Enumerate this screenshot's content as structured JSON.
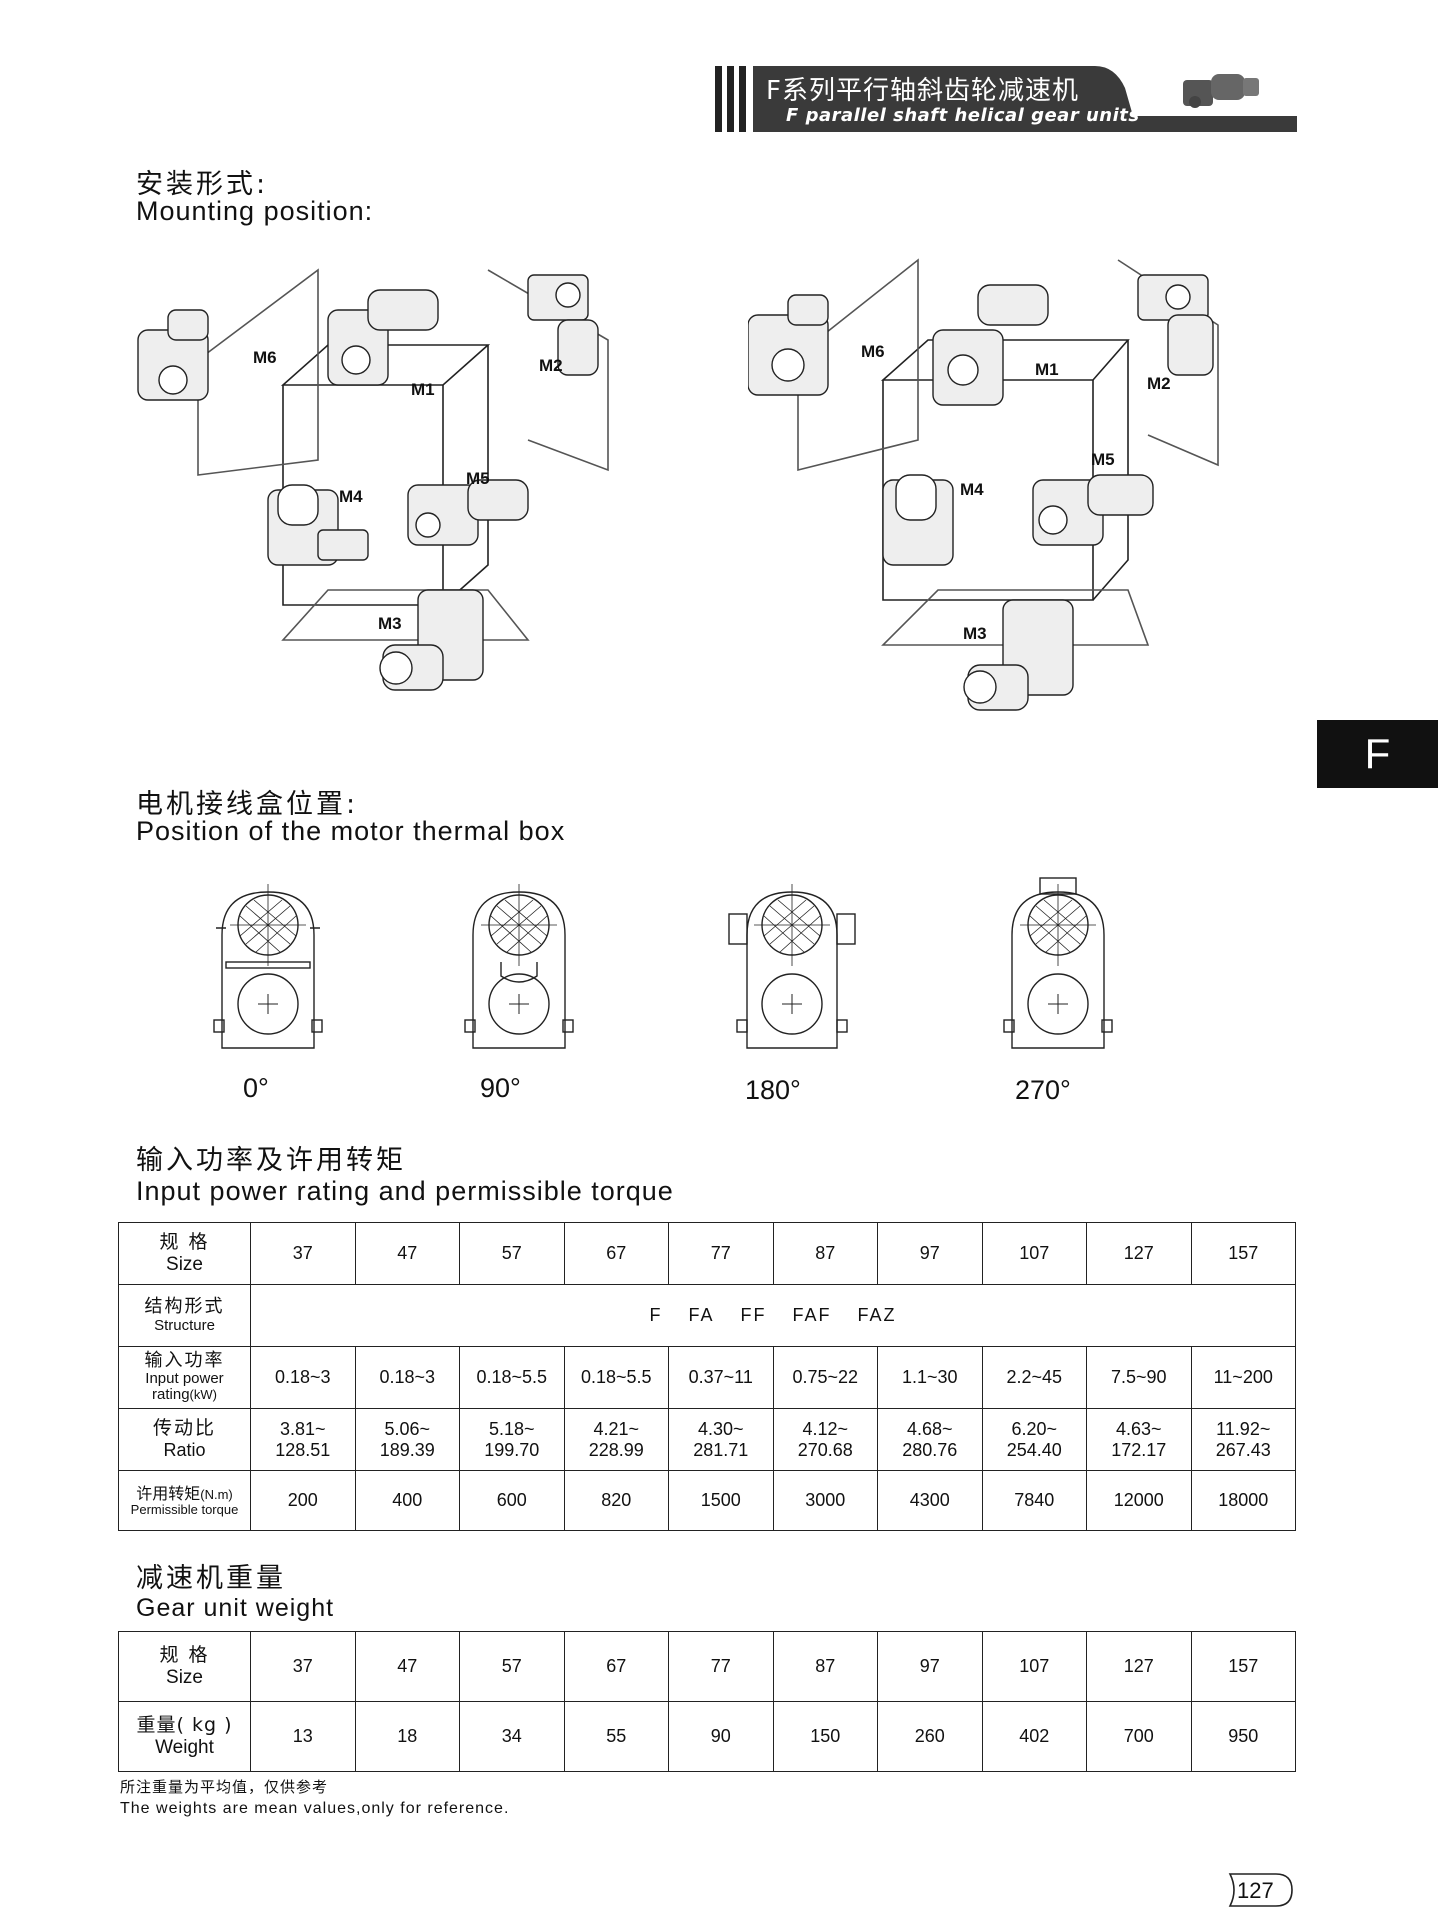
{
  "header": {
    "title_cn": "F系列平行轴斜齿轮减速机",
    "title_en": "F parallel shaft helical gear units"
  },
  "mounting": {
    "heading_cn": "安装形式:",
    "heading_en": "Mounting position:",
    "left_labels": [
      "M6",
      "M1",
      "M2",
      "M4",
      "M5",
      "M3"
    ],
    "right_labels": [
      "M6",
      "M1",
      "M2",
      "M5",
      "M4",
      "M3"
    ]
  },
  "side_tab": {
    "label": "F"
  },
  "thermal_box": {
    "heading_cn": "电机接线盒位置:",
    "heading_en": "Position of the motor thermal box",
    "angles": [
      "0°",
      "90°",
      "180°",
      "270°"
    ]
  },
  "power_table": {
    "heading_cn": "输入功率及许用转矩",
    "heading_en": "Input power rating and permissible torque",
    "size_label_cn": "规 格",
    "size_label_en": "Size",
    "sizes": [
      "37",
      "47",
      "57",
      "67",
      "77",
      "87",
      "97",
      "107",
      "127",
      "157"
    ],
    "structure_label_cn": "结构形式",
    "structure_label_en": "Structure",
    "structure_values": [
      "F",
      "FA",
      "FF",
      "FAF",
      "FAZ"
    ],
    "power_label_cn": "输入功率",
    "power_label_en_1": "Input power",
    "power_label_en_2": "rating",
    "power_label_unit": "(kW)",
    "power_values": [
      "0.18~3",
      "0.18~3",
      "0.18~5.5",
      "0.18~5.5",
      "0.37~11",
      "0.75~22",
      "1.1~30",
      "2.2~45",
      "7.5~90",
      "11~200"
    ],
    "ratio_label_cn": "传动比",
    "ratio_label_en": "Ratio",
    "ratio_min": [
      "3.81~",
      "5.06~",
      "5.18~",
      "4.21~",
      "4.30~",
      "4.12~",
      "4.68~",
      "6.20~",
      "4.63~",
      "11.92~"
    ],
    "ratio_max": [
      "128.51",
      "189.39",
      "199.70",
      "228.99",
      "281.71",
      "270.68",
      "280.76",
      "254.40",
      "172.17",
      "267.43"
    ],
    "torque_label_cn": "许用转矩",
    "torque_label_unit": "(N.m)",
    "torque_label_en": "Permissible torque",
    "torque_values": [
      "200",
      "400",
      "600",
      "820",
      "1500",
      "3000",
      "4300",
      "7840",
      "12000",
      "18000"
    ]
  },
  "weight_table": {
    "heading_cn": "减速机重量",
    "heading_en": "Gear unit weight",
    "size_label_cn": "规 格",
    "size_label_en": "Size",
    "sizes": [
      "37",
      "47",
      "57",
      "67",
      "77",
      "87",
      "97",
      "107",
      "127",
      "157"
    ],
    "weight_label_cn": "重量( kg )",
    "weight_label_en": "Weight",
    "weights": [
      "13",
      "18",
      "34",
      "55",
      "90",
      "150",
      "260",
      "402",
      "700",
      "950"
    ]
  },
  "notes": {
    "cn": "所注重量为平均值，仅供参考",
    "en": "The weights are mean values,only for reference."
  },
  "page_number": "127",
  "colors": {
    "banner": "#3a3a3a",
    "tab": "#111111",
    "line": "#222222"
  }
}
